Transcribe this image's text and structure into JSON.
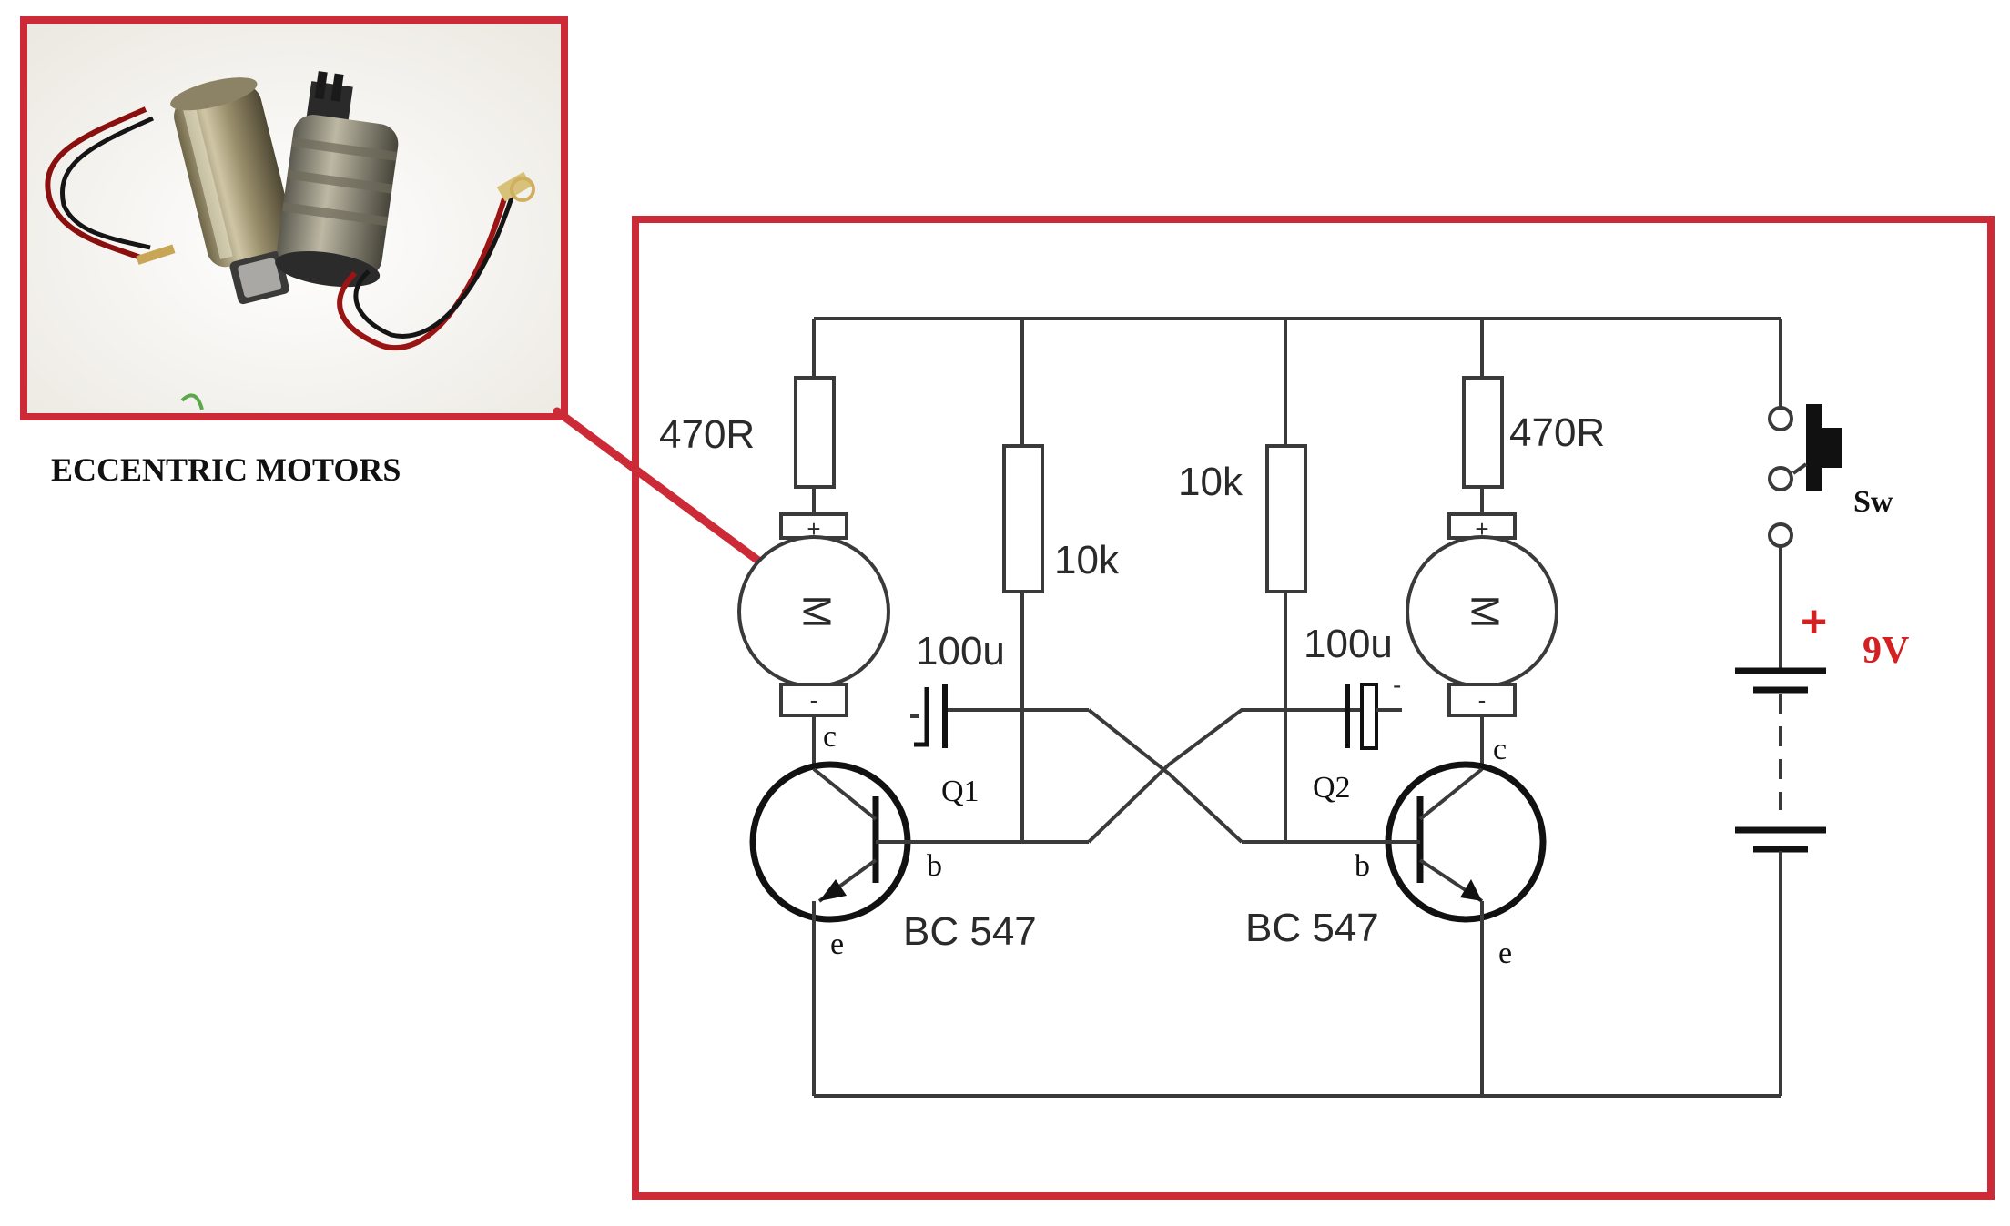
{
  "caption": "ECCENTRIC MOTORS",
  "colors": {
    "frame": "#cc2a36",
    "wire": "#3a3a3a",
    "ink": "#111111",
    "battery_label": "#d42020"
  },
  "left_stage": {
    "resistor_label": "470R",
    "motor_label": "M",
    "motor_plus": "+",
    "motor_minus": "-",
    "collector": "c",
    "base": "b",
    "emitter": "e",
    "transistor_name": "Q1",
    "transistor_model": "BC 547",
    "bias_resistor_label": "10k",
    "capacitor_label": "100u"
  },
  "right_stage": {
    "resistor_label": "470R",
    "motor_label": "M",
    "motor_plus": "+",
    "motor_minus": "-",
    "collector": "c",
    "base": "b",
    "emitter": "e",
    "transistor_name": "Q2",
    "transistor_model": "BC 547",
    "bias_resistor_label": "10k",
    "capacitor_label": "100u",
    "capacitor_polarity": "-"
  },
  "power": {
    "switch_label": "Sw",
    "battery_plus": "+",
    "battery_voltage": "9V"
  }
}
